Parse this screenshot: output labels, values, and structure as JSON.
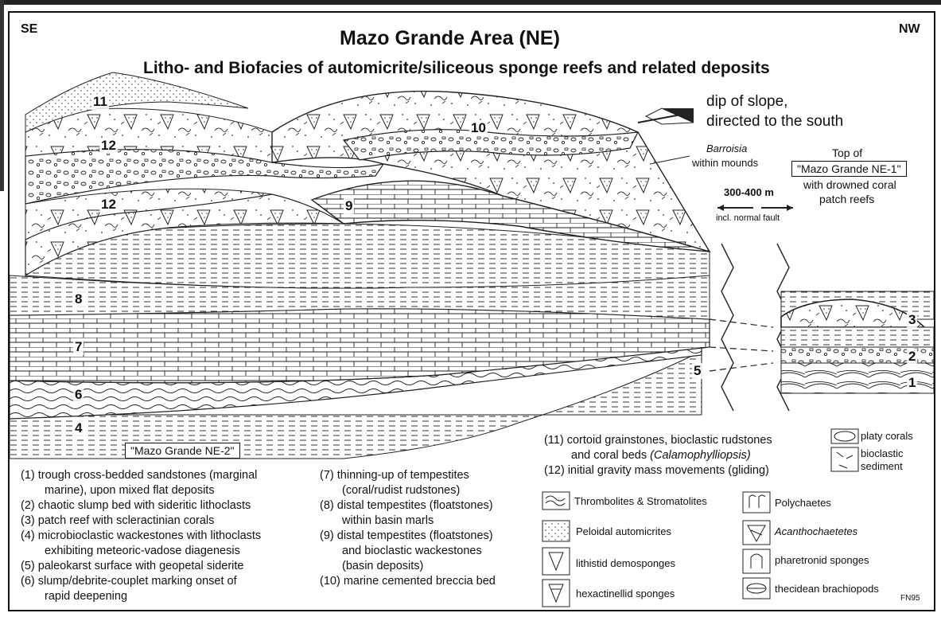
{
  "header": {
    "left_dir": "SE",
    "right_dir": "NW",
    "title": "Mazo Grande Area (NE)",
    "subtitle": "Litho- and Biofacies of automicrite/siliceous sponge reefs and related deposits"
  },
  "annotations": {
    "dip_line1": "dip of slope,",
    "dip_line2": "directed to the south",
    "barroisia_name": "Barroisia",
    "barroisia_rest": "within mounds",
    "top_of": "Top of",
    "ne1_label": "\"Mazo Grande NE-1\"",
    "drowned1": "with drowned coral",
    "drowned2": "patch reefs",
    "distance": "300-400 m",
    "fault": "incl. normal fault",
    "ne2_label": "\"Mazo Grande NE-2\"",
    "code": "FN95"
  },
  "unit_numbers": [
    "1",
    "2",
    "3",
    "4",
    "5",
    "6",
    "7",
    "8",
    "9",
    "10",
    "11",
    "12",
    "12"
  ],
  "legend_left": [
    "(1) trough cross-bedded sandstones (marginal",
    "marine), upon mixed flat deposits",
    "(2) chaotic slump bed with sideritic lithoclasts",
    "(3) patch reef with scleractinian corals",
    "(4) microbioclastic wackestones with lithoclasts",
    "exhibiting meteoric-vadose diagenesis",
    "(5) paleokarst surface with geopetal siderite",
    "(6) slump/debrite-couplet marking onset of",
    "rapid deepening"
  ],
  "legend_mid": [
    "(7) thinning-up of tempestites",
    "(coral/rudist rudstones)",
    "(8) distal tempestites (floatstones)",
    "within basin marls",
    "(9) distal tempestites (floatstones)",
    "and bioclastic wackestones",
    "(basin deposits)",
    "(10) marine cemented breccia bed"
  ],
  "legend_right": {
    "l11a": "(11) cortoid grainstones, bioclastic rudstones",
    "l11b_pre": "and coral beds ",
    "l11b_it": "(Calamophylliopsis)",
    "l12": "(12) initial gravity mass movements (gliding)"
  },
  "symbols": {
    "platy_corals": "platy corals",
    "bioclastic1": "bioclastic",
    "bioclastic2": "sediment",
    "thrombolites": "Thrombolites & Stromatolites",
    "polychaetes": "Polychaetes",
    "peloidal": "Peloidal automicrites",
    "acantho": "Acanthochaetetes",
    "lithistid": "lithistid demosponges",
    "pharetronid": "pharetronid sponges",
    "hexactinellid": "hexactinellid sponges",
    "thecidean": "thecidean brachiopods"
  }
}
